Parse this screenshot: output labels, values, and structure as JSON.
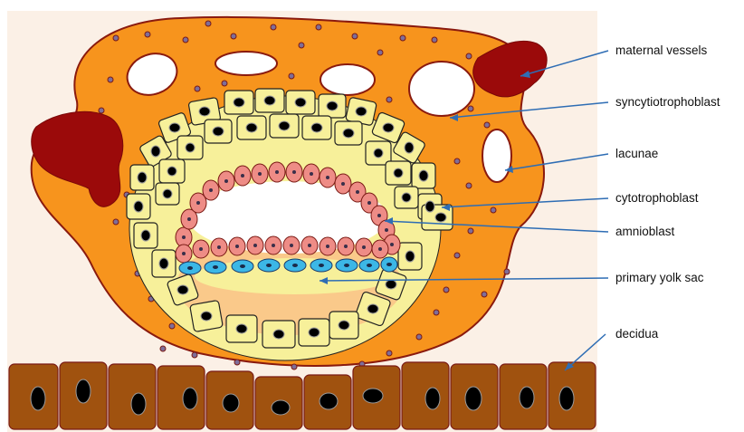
{
  "labels": {
    "maternal_vessels": "maternal vessels",
    "syncytiotrophoblast": "syncytiotrophoblast",
    "lacunae": "lacunae",
    "cytotrophoblast": "cytotrophoblast",
    "amnioblast": "amnioblast",
    "primary_yolk_sac": "primary yolk sac",
    "decidua": "decidua"
  },
  "colors": {
    "background_tissue": "#fbf0e6",
    "syncytiotrophoblast": "#f7941d",
    "lacunae": "#ffffff",
    "maternal_vessels": "#9b0a0a",
    "cytotrophoblast": "#f7f09a",
    "amnioblast": "#ee8c86",
    "primary_yolk_sac_cells": "#3cb7e6",
    "yolk_sac_cavity": "#fac98a",
    "decidua": "#a0520f",
    "leader_lines": "#2e6db4"
  }
}
